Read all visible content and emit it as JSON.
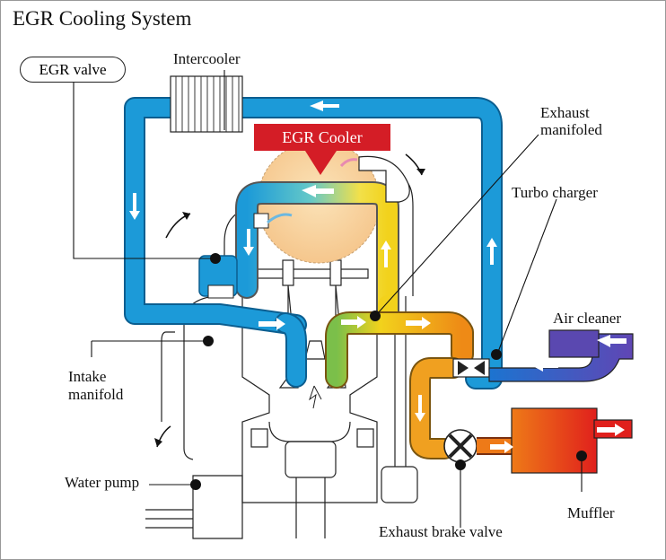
{
  "title": "EGR Cooling System",
  "labels": {
    "egr_valve": "EGR valve",
    "intercooler": "Intercooler",
    "egr_cooler": "EGR Cooler",
    "exhaust_manifold_line1": "Exhaust",
    "exhaust_manifold_line2": "manifoled",
    "turbo_charger": "Turbo charger",
    "air_cleaner": "Air cleaner",
    "intake_manifold_line1": "Intake",
    "intake_manifold_line2": "manifold",
    "water_pump": "Water pump",
    "exhaust_brake_valve": "Exhaust brake valve",
    "muffler": "Muffler"
  },
  "colors": {
    "coolant_blue": "#1c9ad8",
    "exhaust_hot_yellow": "#f2d21c",
    "exhaust_orange": "#ee8a16",
    "muffler_red": "#e1261c",
    "air_cleaner_purple": "#5a48b0",
    "cooler_banner_red": "#d41d26",
    "cooler_body": "#f7cf94"
  }
}
